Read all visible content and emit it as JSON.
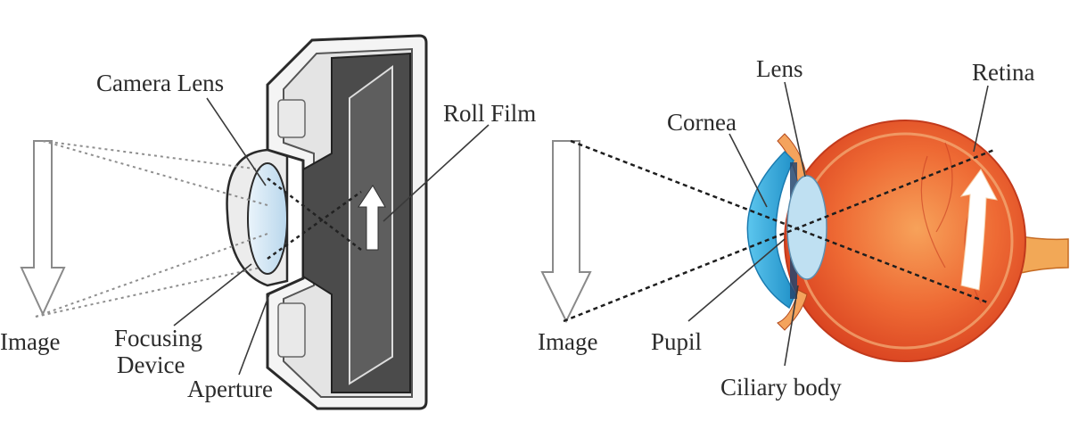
{
  "camera": {
    "labels": {
      "camera_lens": "Camera Lens",
      "roll_film": "Roll Film",
      "image": "Image",
      "focusing_device_line1": "Focusing",
      "focusing_device_line2": "Device",
      "aperture": "Aperture"
    }
  },
  "eye": {
    "labels": {
      "lens": "Lens",
      "retina": "Retina",
      "cornea": "Cornea",
      "image": "Image",
      "pupil": "Pupil",
      "ciliary_body": "Ciliary body"
    }
  },
  "colors": {
    "label_text": "#2b2b2b",
    "pointer_line": "#3a3a3a",
    "ray_dotted": "#888888",
    "ray_dark": "#222222",
    "camera_body": "#f2f2f2",
    "camera_interior": "#4a4a4a",
    "lens_glass": "#cfe3f2",
    "eye_sclera": "#e5532a",
    "eye_inner": "#f28a4a",
    "cornea_blue": "#3fb3e0",
    "optic_nerve": "#f0a860"
  }
}
